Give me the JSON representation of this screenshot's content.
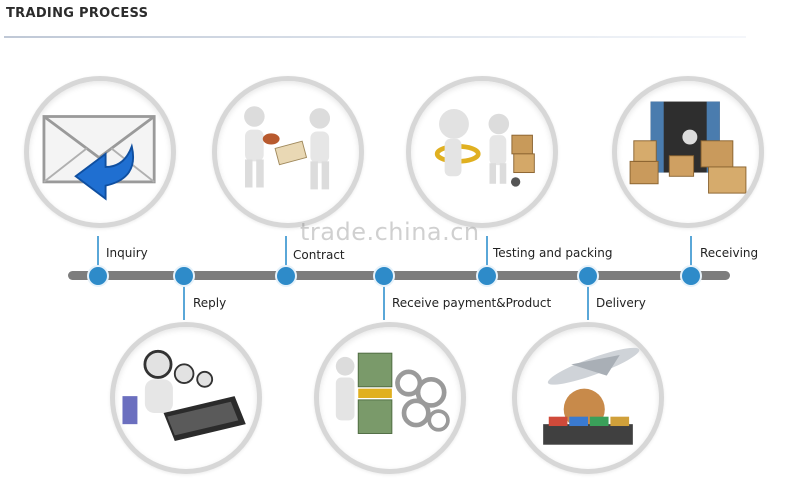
{
  "header": {
    "title": "TRADING PROCESS"
  },
  "watermark": "trade.china.cn",
  "steps": [
    {
      "label": "Inquiry"
    },
    {
      "label": "Reply"
    },
    {
      "label": "Contract"
    },
    {
      "label": "Receive payment&Product"
    },
    {
      "label": "Testing and packing"
    },
    {
      "label": "Delivery"
    },
    {
      "label": "Receiving"
    }
  ],
  "colors": {
    "timeline": "#7d7d7d",
    "node": "#2e8bc9",
    "connector": "#5aa7d8",
    "accent_blue": "#1f6fd1"
  },
  "icons": [
    "envelope-reply-icon",
    "customer-service-icon",
    "handshake-contract-icon",
    "money-gears-icon",
    "inspection-packing-icon",
    "plane-ship-globe-icon",
    "container-boxes-icon"
  ]
}
